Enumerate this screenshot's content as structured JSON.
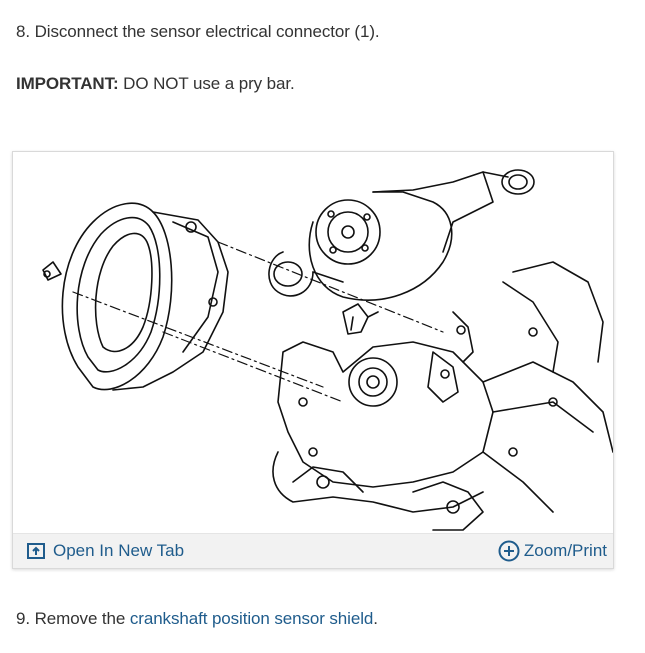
{
  "step8": {
    "text": "8. Disconnect the sensor electrical connector (1)."
  },
  "important": {
    "label": "IMPORTANT:",
    "text": " DO NOT use a pry bar."
  },
  "figure": {
    "open_tab_label": "Open In New Tab",
    "zoom_label": "Zoom/Print",
    "open_tab_icon": "open-in-new-tab-icon",
    "zoom_icon": "zoom-plus-icon"
  },
  "step9": {
    "prefix": "9. Remove the ",
    "link": "crankshaft position sensor shield",
    "suffix": "."
  },
  "colors": {
    "link": "#1f5c8c",
    "text": "#333333",
    "toolbar_bg": "#f2f2f2"
  }
}
